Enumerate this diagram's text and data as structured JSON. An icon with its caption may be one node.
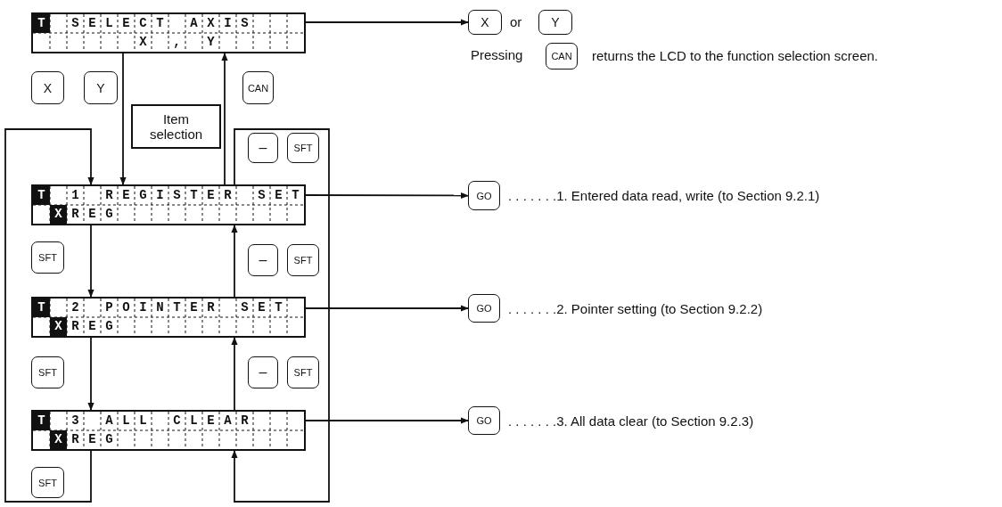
{
  "diagram": {
    "nodes": [
      {
        "text": [
          "T",
          "SELECT AXIS",
          "X , Y"
        ]
      },
      {
        "text": [
          "X"
        ]
      },
      {
        "text": [
          "Y"
        ]
      },
      {
        "text": [
          "CAN"
        ]
      },
      {
        "text": [
          "X"
        ]
      },
      {
        "text": [
          "Y"
        ]
      },
      {
        "text": [
          "CAN"
        ]
      },
      {
        "text": [
          "Item selection"
        ]
      },
      {
        "text": [
          "–"
        ]
      },
      {
        "text": [
          "SFT"
        ]
      },
      {
        "text": [
          "T",
          "1 REGISTER SET",
          "X",
          "REG"
        ]
      },
      {
        "text": [
          "GO"
        ]
      },
      {
        "text": [
          "SFT"
        ]
      },
      {
        "text": [
          "–"
        ]
      },
      {
        "text": [
          "SFT"
        ]
      },
      {
        "text": [
          "T",
          "2 POINTER SET",
          "X",
          "REG"
        ]
      },
      {
        "text": [
          "GO"
        ]
      },
      {
        "text": [
          "SFT"
        ]
      },
      {
        "text": [
          "–"
        ]
      },
      {
        "text": [
          "SFT"
        ]
      },
      {
        "text": [
          "T",
          "3 ALL CLEAR",
          "X",
          "REG"
        ]
      },
      {
        "text": [
          "GO"
        ]
      },
      {
        "text": [
          "SFT"
        ]
      }
    ],
    "edges": [
      {
        "from": 0,
        "to": 1,
        "arrow": "to"
      },
      {
        "from": 0,
        "to": 10,
        "arrow": "to"
      },
      {
        "from": 10,
        "to": 0,
        "arrow": "to"
      },
      {
        "from": 10,
        "to": 11,
        "arrow": "to"
      },
      {
        "from": 10,
        "to": 15,
        "arrow": "to"
      },
      {
        "from": 15,
        "to": 10,
        "arrow": "to"
      },
      {
        "from": 15,
        "to": 16,
        "arrow": "to"
      },
      {
        "from": 15,
        "to": 20,
        "arrow": "to"
      },
      {
        "from": 20,
        "to": 15,
        "arrow": "to"
      },
      {
        "from": 20,
        "to": 21,
        "arrow": "to"
      },
      {
        "from": 20,
        "to": 10,
        "arrow": "to"
      },
      {
        "from": 10,
        "to": 20,
        "arrow": "to"
      }
    ],
    "labels": [
      "or",
      "Pressing",
      "returns the LCD to the function selection screen.",
      ". . . . . . .1. Entered data read, write (to Section 9.2.1)",
      ". . . . . . .2. Pointer setting (to Section 9.2.2)",
      ". . . . . . .3. All data clear (to Section 9.2.3)"
    ]
  }
}
